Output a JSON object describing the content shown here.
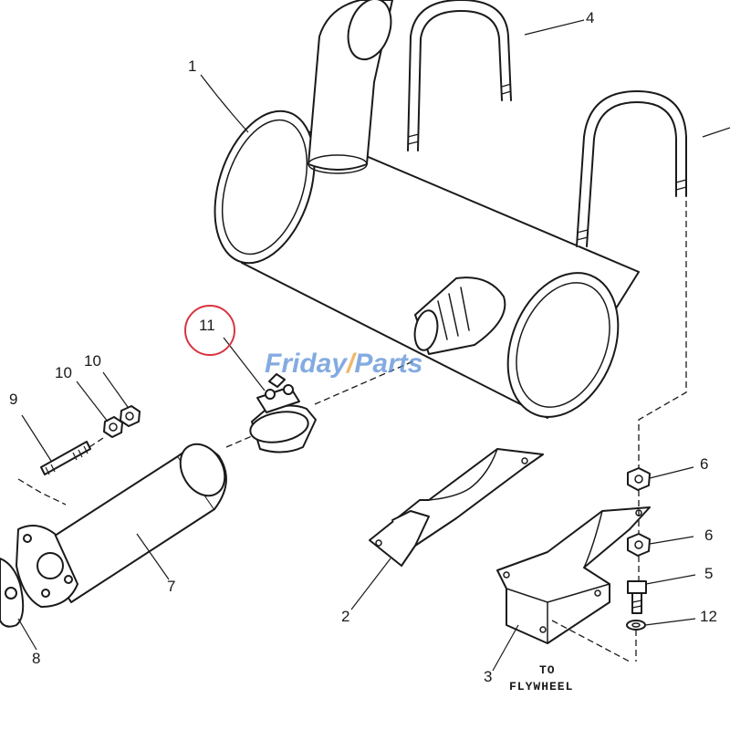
{
  "callouts": {
    "muffler": "1",
    "bracket_left": "2",
    "bracket_right": "3",
    "u_bolt": "4",
    "bolt": "5",
    "nut_upper": "6",
    "nut_lower": "6",
    "exhaust_pipe": "7",
    "flange_gasket": "8",
    "stud": "9",
    "nut_small_a": "10",
    "nut_small_b": "10",
    "clamp": "11",
    "washer": "12"
  },
  "note": {
    "line1": "TO",
    "line2": "FLYWHEEL"
  },
  "watermark": {
    "brand_part1": "Friday",
    "brand_part2": "Parts"
  },
  "highlight": {
    "part_number": "11",
    "color": "#d9333f"
  },
  "colors": {
    "line": "#1a1a1a",
    "watermark_blue": "#5b8fd6",
    "watermark_orange": "#e8a13a"
  }
}
